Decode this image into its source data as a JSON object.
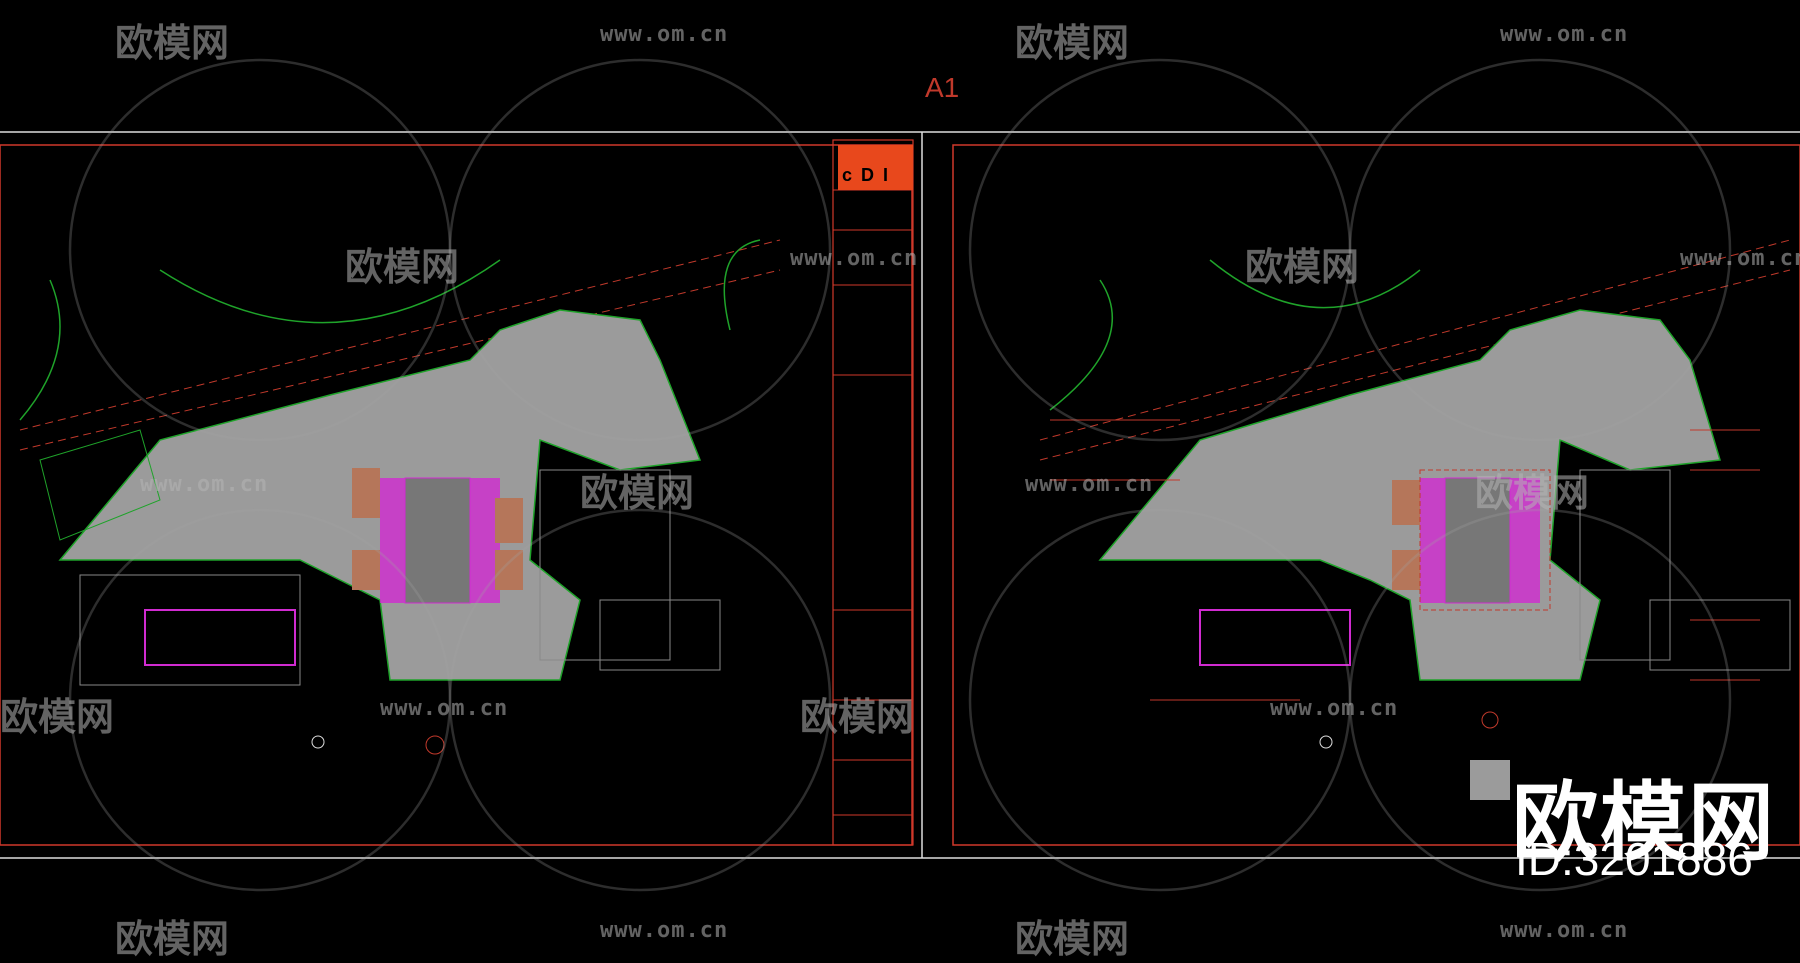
{
  "sheet": {
    "label": "A1"
  },
  "watermark": {
    "brand": "欧模网",
    "url": "www.om.cn",
    "id_label": "ID:3201886"
  },
  "title_block": {
    "logo_text": "cDI"
  },
  "colors": {
    "frame": "#d0382a",
    "site_outline": "#1fa32a",
    "plaza_fill": "#9b9b9b",
    "accent_magenta": "#d12bd1",
    "background": "#000000"
  }
}
